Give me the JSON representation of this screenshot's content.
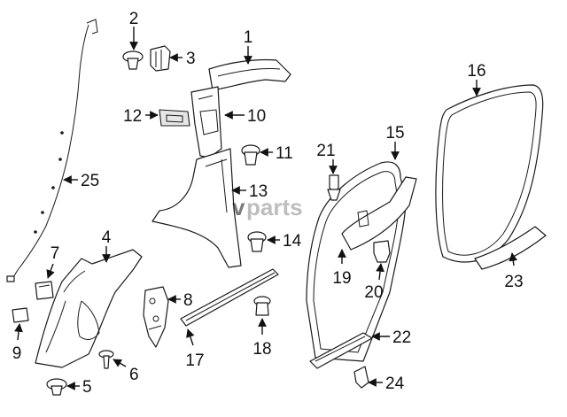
{
  "callouts": {
    "n1": "1",
    "n2": "2",
    "n3": "3",
    "n4": "4",
    "n5": "5",
    "n6": "6",
    "n7": "7",
    "n8": "8",
    "n9": "9",
    "n10": "10",
    "n11": "11",
    "n12": "12",
    "n13": "13",
    "n14": "14",
    "n15": "15",
    "n16": "16",
    "n17": "17",
    "n18": "18",
    "n19": "19",
    "n20": "20",
    "n21": "21",
    "n22": "22",
    "n23": "23",
    "n24": "24",
    "n25": "25"
  },
  "watermark": {
    "prefix": "v",
    "suffix": "parts"
  },
  "colors": {
    "line": "#1a1a1a",
    "watermark": "#8a8a8a"
  }
}
